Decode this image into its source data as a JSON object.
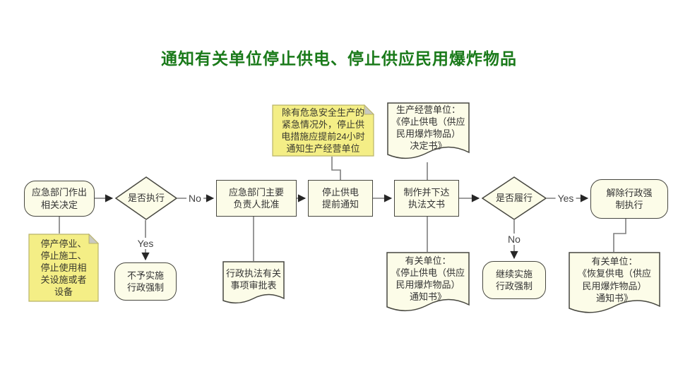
{
  "title": "通知有关单位停止供电、停止供应民用爆炸物品",
  "diagram": {
    "nodes": {
      "start": {
        "text": "应急部门作出\n相关决定",
        "shape": "rounded-rectangle"
      },
      "decision_execute": {
        "text": "是否执行",
        "shape": "diamond"
      },
      "approve": {
        "text": "应急部门主要\n负责人批准",
        "shape": "rectangle"
      },
      "advance_notify": {
        "text": "停止供电\n提前通知",
        "shape": "rectangle"
      },
      "issue_document": {
        "text": "制作并下达\n执法文书",
        "shape": "rectangle"
      },
      "decision_comply": {
        "text": "是否履行",
        "shape": "diamond"
      },
      "release_enforcement": {
        "text": "解除行政强\n制执行",
        "shape": "rounded-rectangle"
      },
      "no_enforcement": {
        "text": "不予实施\n行政强制",
        "shape": "rounded-rectangle"
      },
      "continue_enforcement": {
        "text": "继续实施\n行政强制",
        "shape": "rounded-rectangle"
      }
    },
    "sticky_notes": {
      "advance_notice_rule": {
        "text": "除有危急安全生产的\n紧急情况外，停止供\n电措施应提前24小时\n通知生产经营单位"
      },
      "decision_scope": {
        "text": "停产停业、\n停止施工、\n停止使用相\n关设施或者\n设备"
      }
    },
    "documents": {
      "decision_letter": {
        "text": "生产经营单位：\n《停止供电（供应\n民用爆炸物品）\n决定书》"
      },
      "approval_form": {
        "text": "行政执法有关\n事项审批表"
      },
      "stop_notice": {
        "text": "有关单位：\n《停止供电（供应\n民用爆炸物品）\n通知书》"
      },
      "resume_notice": {
        "text": "有关单位：\n《恢复供电（供应\n民用爆炸物品）\n通知书》"
      }
    },
    "edge_labels": {
      "execute_no": "No",
      "execute_yes": "Yes",
      "comply_yes": "Yes",
      "comply_no": "No"
    }
  },
  "colors": {
    "title_green": "#1a7a1a",
    "shape_fill": "#fcfce8",
    "shape_border": "#474740",
    "note_fill": "#f4ee86",
    "note_fold": "#c9c9c0",
    "connector_gray": "#7f7f7f",
    "arrowhead": "#262626"
  }
}
